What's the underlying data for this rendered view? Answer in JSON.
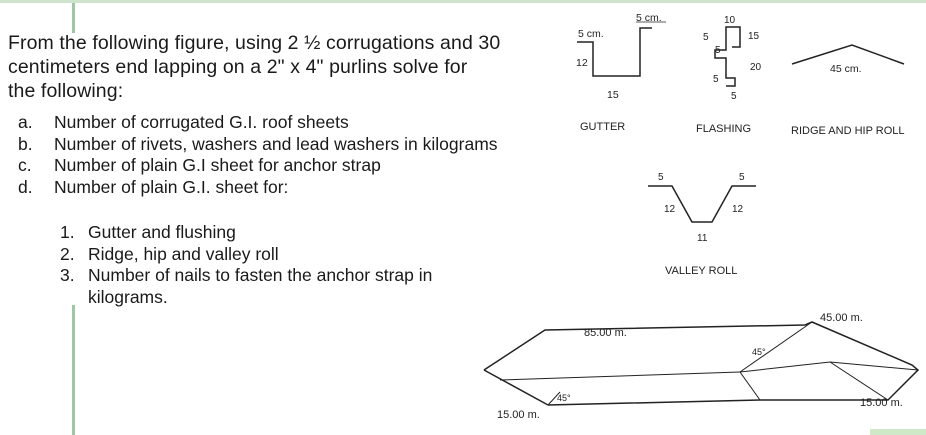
{
  "intro": [
    "From the following figure, using 2 ½ corrugations and 30",
    "centimeters end lapping on a 2\" x 4\"  purlins solve for",
    "the following:"
  ],
  "items": [
    {
      "marker": "a.",
      "text": "Number of corrugated G.I. roof sheets"
    },
    {
      "marker": "b.",
      "text": "Number of rivets, washers and lead washers in kilograms"
    },
    {
      "marker": "c.",
      "text": "Number of plain G.I sheet for anchor strap"
    },
    {
      "marker": "d.",
      "text": "Number of plain G.I. sheet for:"
    }
  ],
  "subitems": [
    {
      "marker": "1.",
      "text": "Gutter and flushing"
    },
    {
      "marker": "2.",
      "text": "Ridge, hip and valley roll"
    },
    {
      "marker": "3.",
      "text": "Number of nails to fasten the anchor strap in"
    }
  ],
  "subitem_continuation": "kilograms.",
  "figures": {
    "gutter": {
      "caption": "GUTTER",
      "top_label": "5 cm.",
      "lip_label": "5 cm.",
      "side_label": "12",
      "bottom_label": "15"
    },
    "flashing": {
      "caption": "FLASHING",
      "d_top": "10",
      "d_a": "5",
      "d_right": "15",
      "d_b": "5",
      "d_c": "20",
      "d_d": "5",
      "d_bottom": "5"
    },
    "ridge": {
      "caption": "RIDGE AND HIP ROLL",
      "label": "45 cm."
    },
    "valley": {
      "caption": "VALLEY ROLL",
      "left_lip": "5",
      "right_lip": "5",
      "left_side": "12",
      "right_side": "12",
      "bottom": "11"
    },
    "roof": {
      "top_length": "85.00 m.",
      "right_length": "45.00 m.",
      "left_width": "15.00 m.",
      "right_width": "15.00 m.",
      "angle_left": "45°",
      "angle_right": "45°"
    }
  }
}
